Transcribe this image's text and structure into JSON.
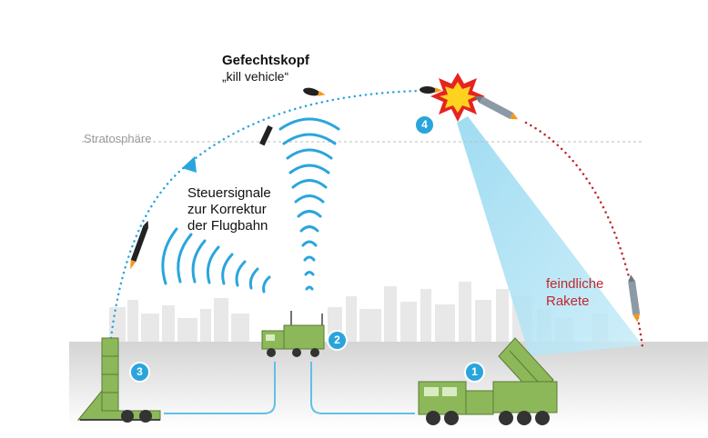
{
  "labels": {
    "warhead_title": "Gefechtskopf",
    "warhead_subtitle": "„kill vehicle“",
    "stratosphere": "Stratosphäre",
    "steering_line1": "Steuersignale",
    "steering_line2": "zur Korrektur",
    "steering_line3": "der Flugbahn",
    "enemy_line1": "feindliche",
    "enemy_line2": "Rakete"
  },
  "badges": {
    "one": "1",
    "two": "2",
    "three": "3",
    "four": "4"
  },
  "colors": {
    "interceptor_path": "#2aa5dc",
    "enemy_path": "#c0282d",
    "radar_waves": "#2aa5dc",
    "radar_beam": "#9fdcf2",
    "vehicles": "#8db85a",
    "skyline": "#e6e6e6",
    "ground": "#d9d9d9"
  }
}
